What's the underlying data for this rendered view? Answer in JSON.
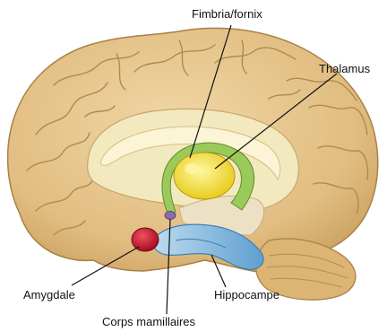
{
  "labels": {
    "fimbria_fornix": "Fimbria/fornix",
    "thalamus": "Thalamus",
    "amygdale": "Amygdale",
    "hippocampe": "Hippocampe",
    "corps_mamillaires": "Corps mamillaires"
  },
  "colors": {
    "cortex": "#e4c287",
    "cortex_shadow": "#b98f4f",
    "inner_surface": "#f3e9bf",
    "thalamus": "#f2df3a",
    "fornix": "#9bc95a",
    "hippocampus": "#7fb7dc",
    "amygdala": "#c8182a",
    "mammillary": "#8a6ab0",
    "leader_line": "#111111"
  }
}
